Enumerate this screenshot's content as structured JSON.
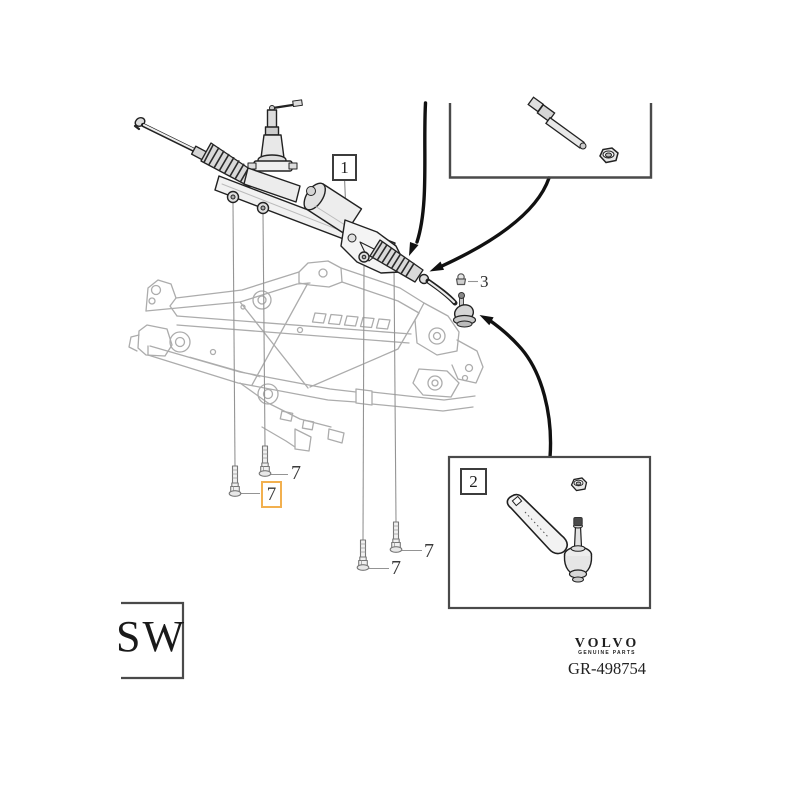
{
  "illustration": {
    "callouts": {
      "box1": "1",
      "box2": "2",
      "item3": "3",
      "bolt7": "7"
    },
    "highlighted_callout": "7",
    "watermark": "SW",
    "brand": {
      "name": "VOLVO",
      "tagline": "GENUINE PARTS",
      "drawing_number": "GR-498754"
    },
    "colors": {
      "highlight_border": "#F2B04F",
      "ink": "#1F1F1F",
      "frame_gray": "#ACACAC",
      "leader_gray": "#949494"
    }
  }
}
